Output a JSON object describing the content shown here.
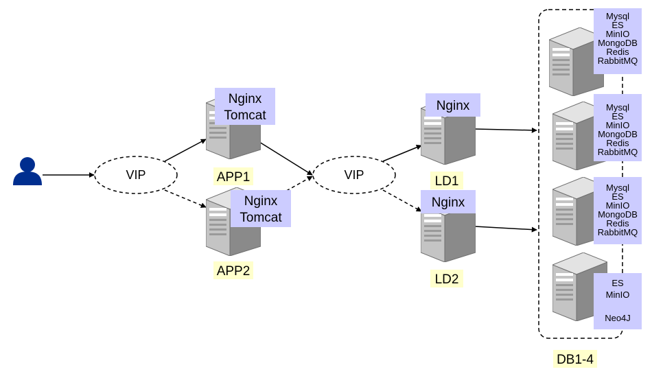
{
  "vip_left": "VIP",
  "vip_right": "VIP",
  "app1": {
    "name": "APP1",
    "software": [
      "Nginx",
      "Tomcat"
    ]
  },
  "app2": {
    "name": "APP2",
    "software": [
      "Nginx",
      "Tomcat"
    ]
  },
  "ld1": {
    "name": "LD1",
    "software": [
      "Nginx"
    ]
  },
  "ld2": {
    "name": "LD2",
    "software": [
      "Nginx"
    ]
  },
  "db_group": "DB1-4",
  "db1": [
    "Mysql",
    "ES",
    "MinIO",
    "MongoDB",
    "Redis",
    "RabbitMQ"
  ],
  "db2": [
    "Mysql",
    "ES",
    "MinIO",
    "MongoDB",
    "Redis",
    "RabbitMQ"
  ],
  "db3": [
    "Mysql",
    "ES",
    "MinIO",
    "MongoDB",
    "Redis",
    "RabbitMQ"
  ],
  "db4": [
    "ES",
    "MinIO",
    "",
    "Neo4J"
  ],
  "colors": {
    "label_box": "#ccccff",
    "name_highlight": "#ffffcc",
    "user": "#002e8f",
    "server_light": "#d0d0d0",
    "server_dark": "#7f7f7f"
  }
}
